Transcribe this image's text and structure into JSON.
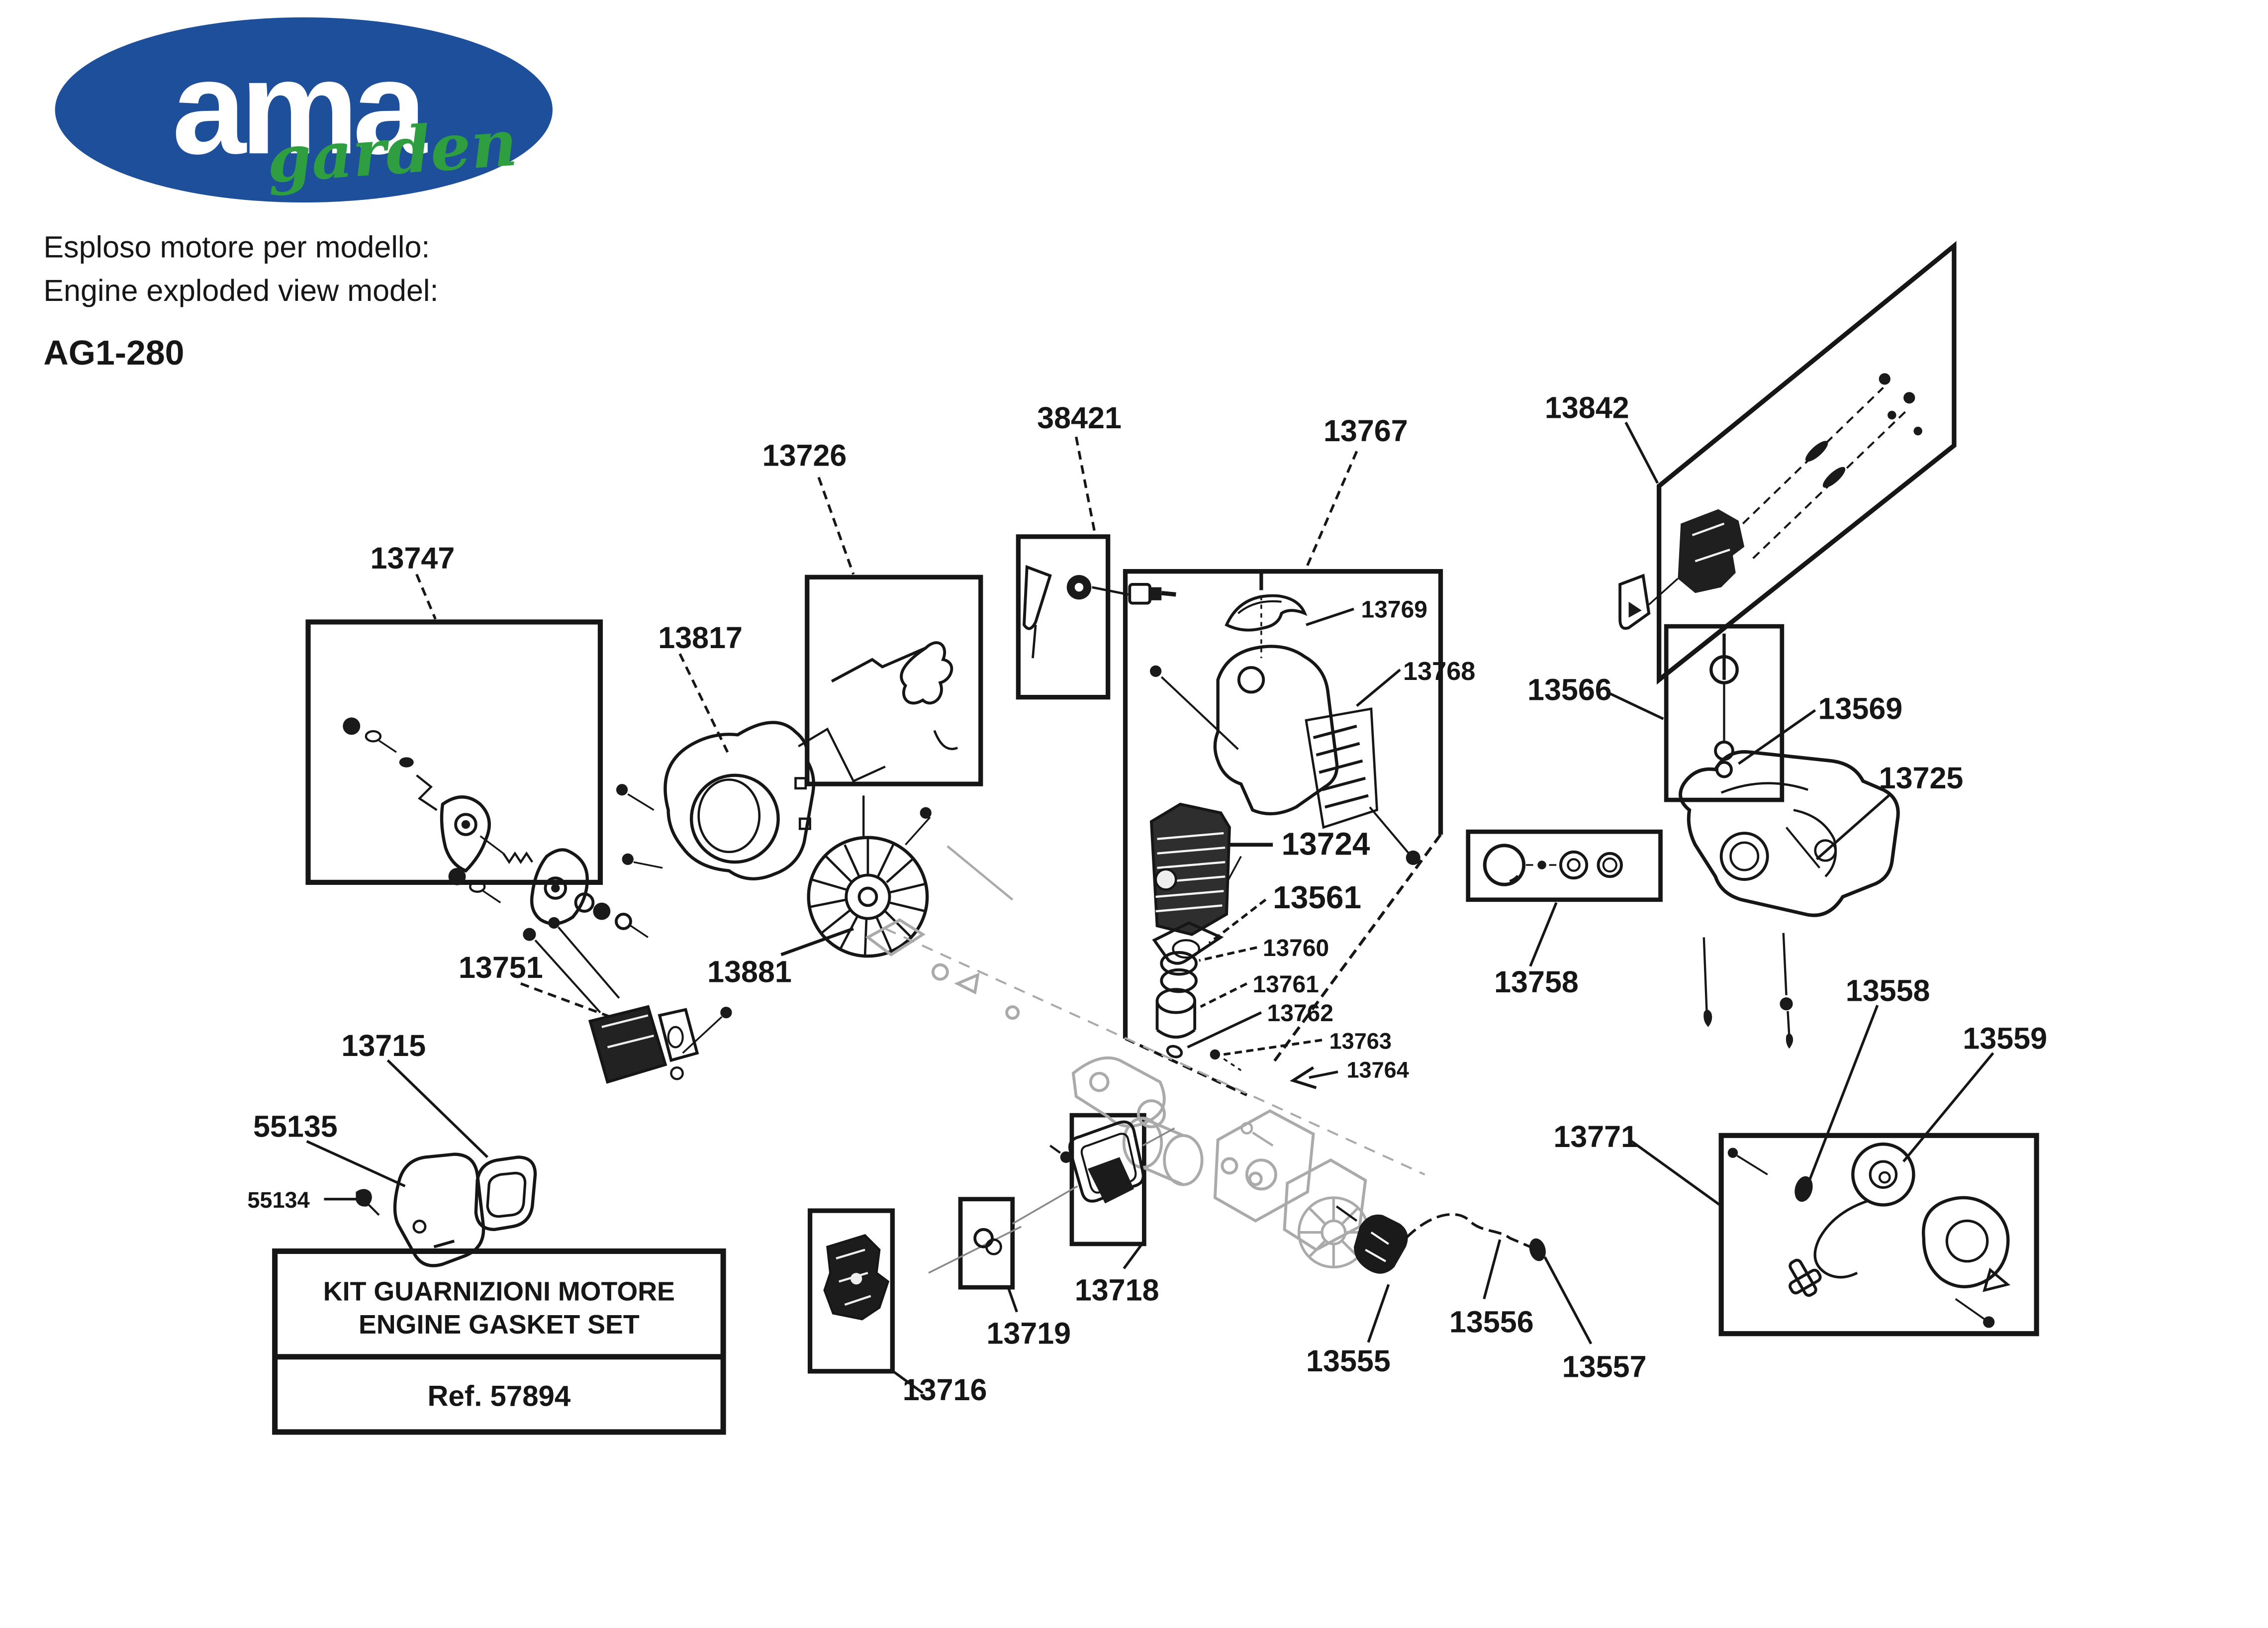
{
  "logo": {
    "brand": "ama",
    "sub": "garden",
    "blue": "#1d4f9b",
    "green": "#2f9e41"
  },
  "header": {
    "line1_it": "Esploso motore per modello:",
    "line2_en": "Engine exploded view model:",
    "model": "AG1-280"
  },
  "gasket_kit": {
    "title_it": "KIT GUARNIZIONI MOTORE",
    "title_en": "ENGINE GASKET SET",
    "ref": "Ref. 57894"
  },
  "colors": {
    "ink": "#161616",
    "ghost": "#aaaaaa",
    "background": "#ffffff"
  },
  "part_labels": {
    "p13726": {
      "text": "13726"
    },
    "p38421": {
      "text": "38421"
    },
    "p13767": {
      "text": "13767"
    },
    "p13842": {
      "text": "13842"
    },
    "p13747": {
      "text": "13747"
    },
    "p13817": {
      "text": "13817"
    },
    "p13769": {
      "text": "13769"
    },
    "p13768": {
      "text": "13768"
    },
    "p13566": {
      "text": "13566"
    },
    "p13569": {
      "text": "13569"
    },
    "p13725": {
      "text": "13725"
    },
    "p13724": {
      "text": "13724"
    },
    "p13561": {
      "text": "13561"
    },
    "p13760": {
      "text": "13760"
    },
    "p13761": {
      "text": "13761"
    },
    "p13762": {
      "text": "13762"
    },
    "p13763": {
      "text": "13763"
    },
    "p13764": {
      "text": "13764"
    },
    "p13881": {
      "text": "13881"
    },
    "p13751": {
      "text": "13751"
    },
    "p13715": {
      "text": "13715"
    },
    "p55135": {
      "text": "55135"
    },
    "p55134": {
      "text": "55134"
    },
    "p13758": {
      "text": "13758"
    },
    "p13558": {
      "text": "13558"
    },
    "p13559": {
      "text": "13559"
    },
    "p13771": {
      "text": "13771"
    },
    "p13718": {
      "text": "13718"
    },
    "p13719": {
      "text": "13719"
    },
    "p13716": {
      "text": "13716"
    },
    "p13555": {
      "text": "13555"
    },
    "p13556": {
      "text": "13556"
    },
    "p13557": {
      "text": "13557"
    }
  }
}
